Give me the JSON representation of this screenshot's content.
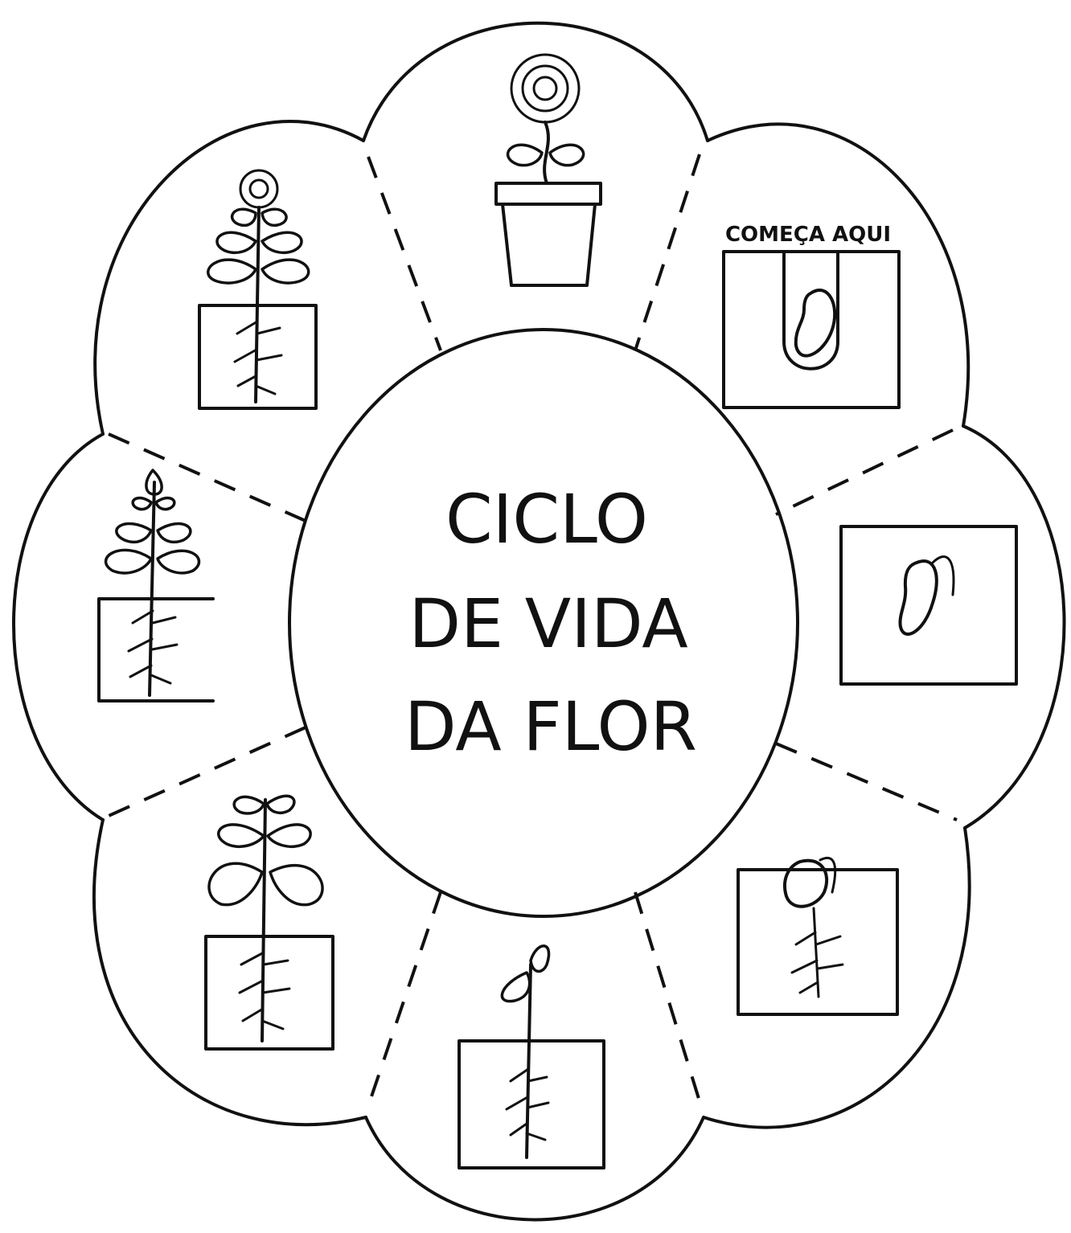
{
  "title": {
    "line1": "CICLO",
    "line2": "DE VIDA",
    "line3": "DA FLOR"
  },
  "start_label": "COMEÇA AQUI",
  "ink_color": "#111111",
  "stages": [
    {
      "id": "seed-in-soil",
      "icon": "seed-icon"
    },
    {
      "id": "seed-sprouting",
      "icon": "sprouting-seed-icon"
    },
    {
      "id": "seed-with-roots",
      "icon": "rooted-seed-icon"
    },
    {
      "id": "seedling",
      "icon": "seedling-icon"
    },
    {
      "id": "young-plant",
      "icon": "young-plant-icon"
    },
    {
      "id": "growing-plant",
      "icon": "growing-plant-icon"
    },
    {
      "id": "budding-plant",
      "icon": "budding-plant-icon"
    },
    {
      "id": "flower-in-pot",
      "icon": "potted-flower-icon"
    }
  ]
}
